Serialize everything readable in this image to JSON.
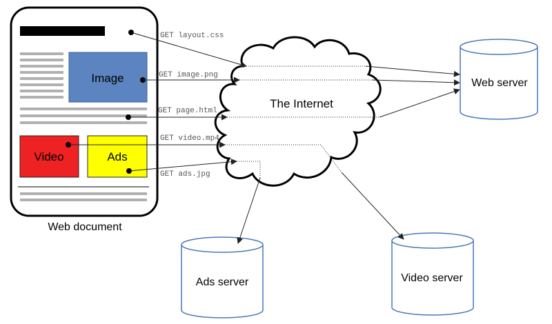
{
  "document": {
    "caption": "Web document",
    "image_label": "Image",
    "video_label": "Video",
    "ads_label": "Ads"
  },
  "cloud_label": "The Internet",
  "servers": {
    "web": "Web server",
    "ads": "Ads server",
    "video": "Video server"
  },
  "requests": {
    "layout": "GET layout.css",
    "image": "GET image.png",
    "page": "GET page.html",
    "video": "GET video.mp4",
    "ads": "GET ads.jpg"
  },
  "colors": {
    "image_fill": "#5b84c0",
    "video_fill": "#ee2222",
    "ads_fill": "#ffff00",
    "server_stroke": "#4a77b8",
    "text_lines": "#b0b0b0"
  }
}
